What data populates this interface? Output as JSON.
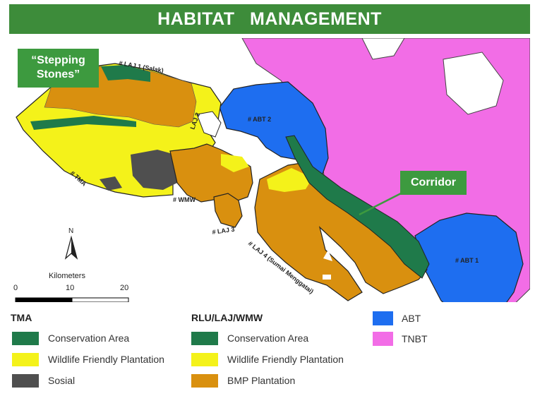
{
  "banner": {
    "title": "HABITAT    MANAGEMENT"
  },
  "callouts": {
    "stepping_stones": "“Stepping Stones”",
    "corridor": "Corridor"
  },
  "map_labels": {
    "laj1": "# LAJ 1 (Salak)",
    "laj2": "LAJ 2",
    "abt2": "# ABT 2",
    "tma": "# TMA",
    "wmw": "# WMW",
    "laj3": "# LAJ 3",
    "laj4": "# LAJ 4 (Sumai Menggatai)",
    "abt1": "# ABT 1"
  },
  "north_arrow": {
    "label": "N"
  },
  "scale_bar": {
    "unit": "Kilometers",
    "ticks": [
      "0",
      "10",
      "20"
    ]
  },
  "legend": {
    "tma": {
      "heading": "TMA",
      "items": [
        {
          "label": "Conservation Area",
          "color": "#1f7a4a"
        },
        {
          "label": "Wildlife Friendly Plantation",
          "color": "#f4f21a"
        },
        {
          "label": "Sosial",
          "color": "#4f4f4f"
        }
      ]
    },
    "rlu": {
      "heading": "RLU/LAJ/WMW",
      "items": [
        {
          "label": "Conservation Area",
          "color": "#1f7a4a"
        },
        {
          "label": "Wildlife Friendly Plantation",
          "color": "#f4f21a"
        },
        {
          "label": "BMP Plantation",
          "color": "#d9900f"
        }
      ]
    },
    "admin": [
      {
        "label": "ABT",
        "color": "#1e6ef0"
      },
      {
        "label": "TNBT",
        "color": "#f26de6"
      }
    ]
  }
}
